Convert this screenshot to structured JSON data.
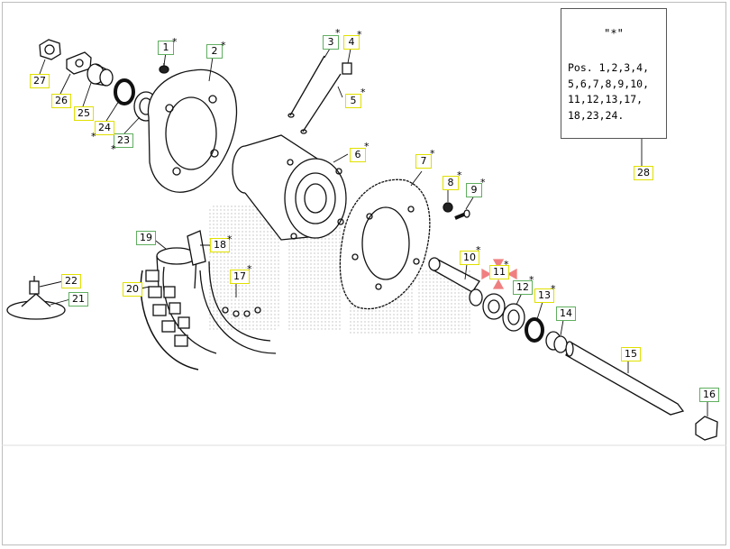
{
  "note": {
    "title": "\"*\"",
    "body": "Pos. 1,2,3,4,\n5,6,7,8,9,10,\n11,12,13,17,\n18,23,24."
  },
  "star_symbol": "*",
  "labels": {
    "p1": "1",
    "p2": "2",
    "p3": "3",
    "p4": "4",
    "p5": "5",
    "p6": "6",
    "p7": "7",
    "p8": "8",
    "p9": "9",
    "p10": "10",
    "p11": "11",
    "p12": "12",
    "p13": "13",
    "p14": "14",
    "p15": "15",
    "p16": "16",
    "p17": "17",
    "p18": "18",
    "p19": "19",
    "p20": "20",
    "p21": "21",
    "p22": "22",
    "p23": "23",
    "p24": "24",
    "p25": "25",
    "p26": "26",
    "p27": "27",
    "p28": "28"
  },
  "colors": {
    "label_green": "#5fae5f",
    "label_yellow": "#e0e000",
    "highlight_red": "#f08080",
    "line": "#111111",
    "watermark": "#b8b8b8"
  }
}
